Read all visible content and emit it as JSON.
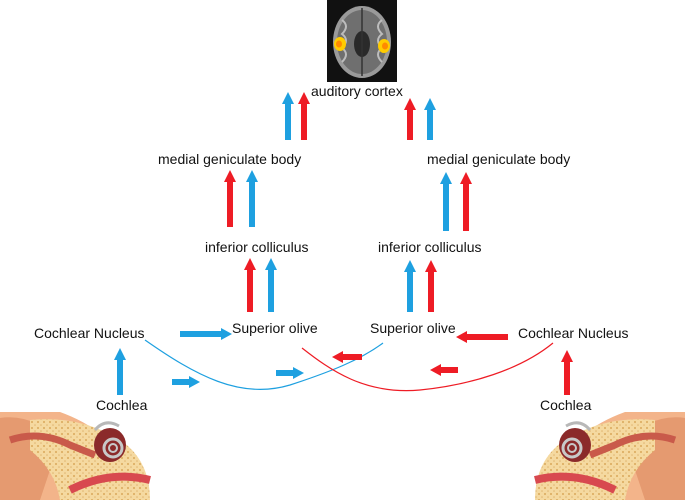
{
  "labels": {
    "auditory_cortex": "auditory cortex",
    "mgb_left": "medial geniculate body",
    "mgb_right": "medial geniculate body",
    "ic_left": "inferior colliculus",
    "ic_right": "inferior colliculus",
    "so_left": "Superior olive",
    "so_right": "Superior olive",
    "cn_left": "Cochlear Nucleus",
    "cn_right": "Cochlear Nucleus",
    "cochlea_left": "Cochlea",
    "cochlea_right": "Cochlea"
  },
  "colors": {
    "blue_pathway": "#1ea0e0",
    "red_pathway": "#ee1c25",
    "brain_highlight": "#ffcc00",
    "ear_skin": "#f3b48a",
    "ear_bone": "#f5d9a0"
  },
  "icons": {
    "brain": "brain-mri-axial-icon",
    "ear_left": "ear-anatomy-icon",
    "ear_right": "ear-anatomy-icon"
  }
}
